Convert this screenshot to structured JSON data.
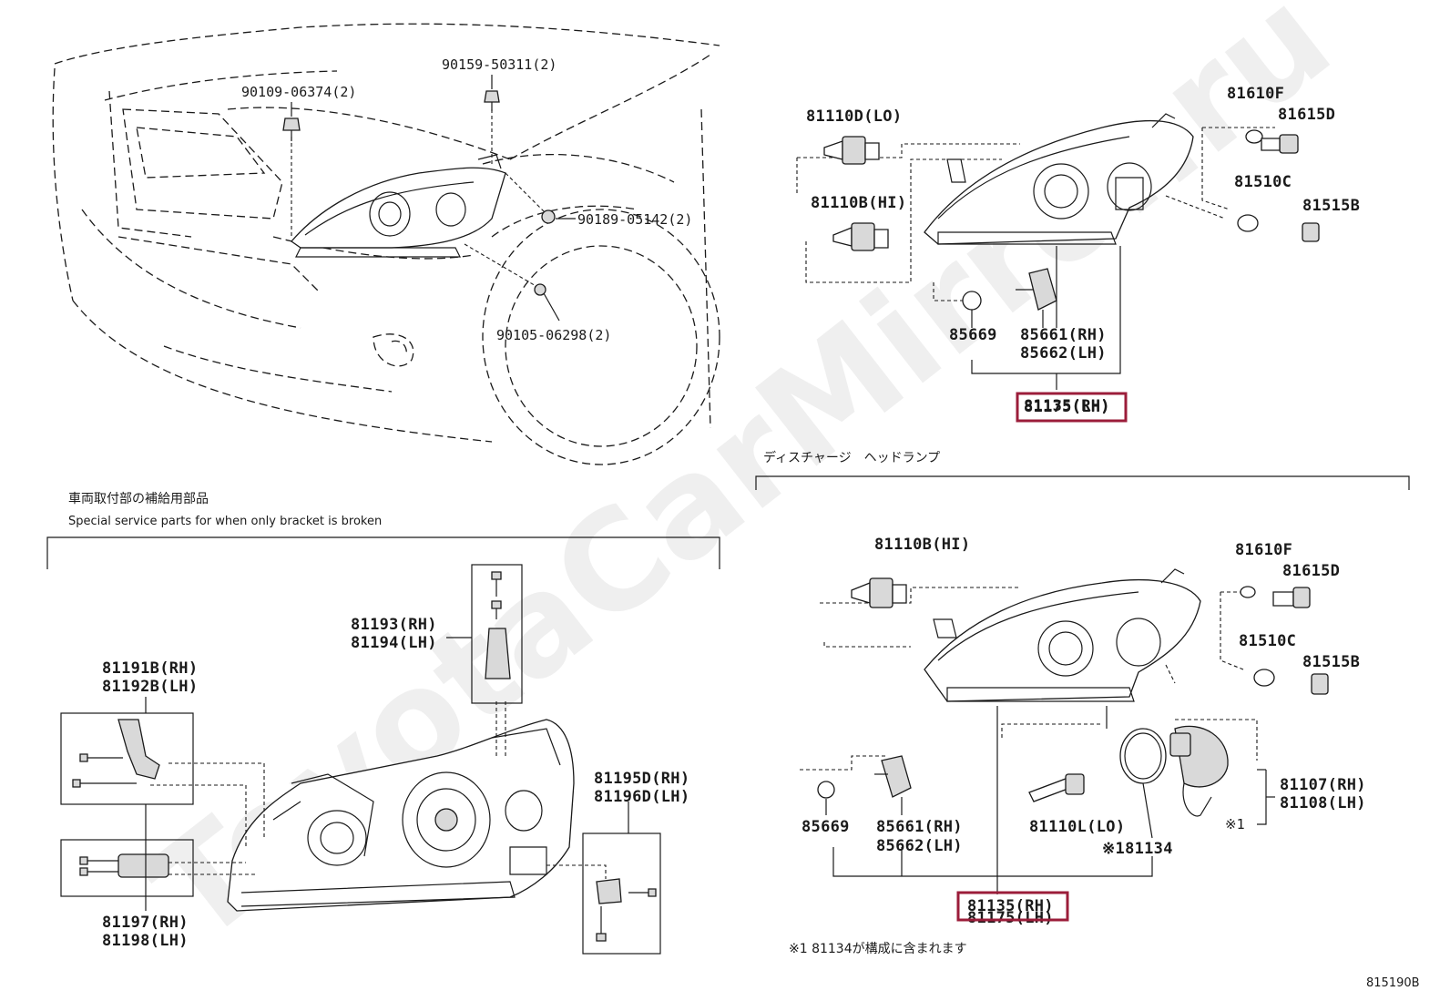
{
  "colors": {
    "ink": "#1a1a1a",
    "highlight": "#9b1d3a",
    "background": "#ffffff"
  },
  "watermark": "ToyotaCarMirror.ru",
  "diagram_code": "815190B",
  "top_left": {
    "labels": [
      "90109-06374(2)",
      "90159-50311(2)",
      "90189-05142(2)",
      "90105-06298(2)"
    ]
  },
  "top_right": {
    "labels": {
      "bulb_lo": "81110D(LO)",
      "bulb_hi": "81110B(HI)",
      "socket_f": "81610F",
      "bulb_d": "81615D",
      "socket_c": "81510C",
      "bulb_b": "81515B",
      "oring": "85669",
      "actuator_rh": "85661(RH)",
      "actuator_lh": "85662(LH)"
    },
    "assembly_rh": "81135(RH)",
    "assembly_lh": "81175(LH)"
  },
  "discharge": {
    "section_title": "ディスチャージ　ヘッドランプ",
    "labels": {
      "bulb_hi": "81110B(HI)",
      "socket_f": "81610F",
      "bulb_d": "81615D",
      "socket_c": "81510C",
      "bulb_b": "81515B",
      "oring": "85669",
      "actuator_rh": "85661(RH)",
      "actuator_lh": "85662(LH)",
      "bulb_lo": "81110L(LO)",
      "seal": "※181134",
      "cover_rh": "81107(RH)",
      "cover_lh": "81108(LH)",
      "note_mark": "※1"
    },
    "assembly_rh": "81135(RH)",
    "assembly_lh": "81175(LH)",
    "footnote": "※1 81134が構成に含まれます"
  },
  "bracket": {
    "title_jp": "車両取付部の補給用部品",
    "title_en": "Special service parts for when only bracket is broken",
    "labels": {
      "b_rh": "81191B(RH)",
      "b_lh": "81192B(LH)",
      "top_rh": "81193(RH)",
      "top_lh": "81194(LH)",
      "low_rh": "81197(RH)",
      "low_lh": "81198(LH)",
      "d_rh": "81195D(RH)",
      "d_lh": "81196D(LH)"
    }
  }
}
